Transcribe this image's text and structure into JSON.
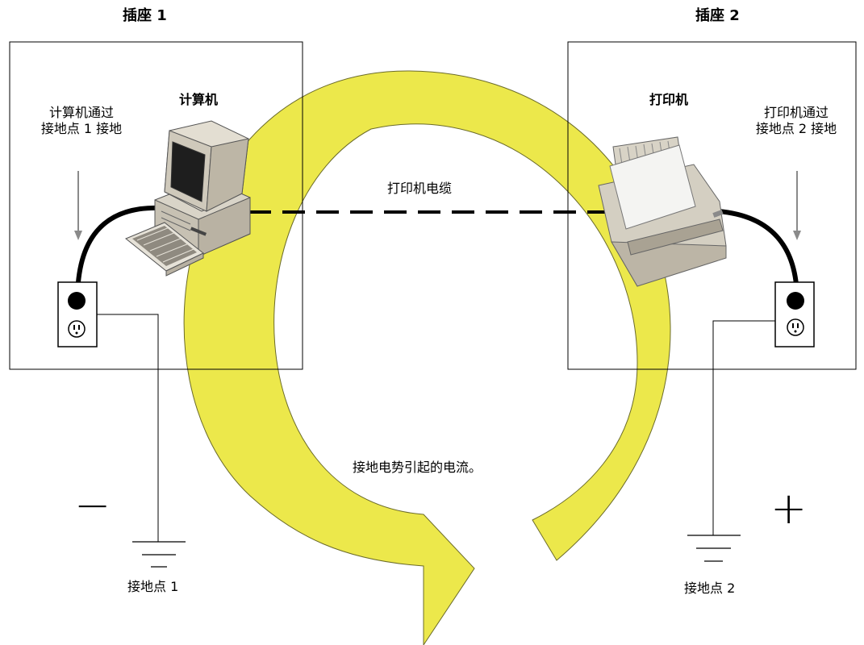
{
  "outlet1": {
    "title": "插座 1"
  },
  "outlet2": {
    "title": "插座 2"
  },
  "computer": {
    "label": "计算机",
    "ground_note_line1": "计算机通过",
    "ground_note_line2": "接地点 1 接地"
  },
  "printer": {
    "label": "打印机",
    "ground_note_line1": "打印机通过",
    "ground_note_line2": "接地点 2 接地"
  },
  "cable": {
    "label": "打印机电缆"
  },
  "current": {
    "label": "接地电势引起的电流。"
  },
  "ground1": {
    "label": "接地点 1",
    "polarity": "−"
  },
  "ground2": {
    "label": "接地点 2",
    "polarity": "+"
  },
  "colors": {
    "current_arrow": "#ece84b",
    "frame": "#000000",
    "pointer_arrow": "#8a8a8a"
  }
}
